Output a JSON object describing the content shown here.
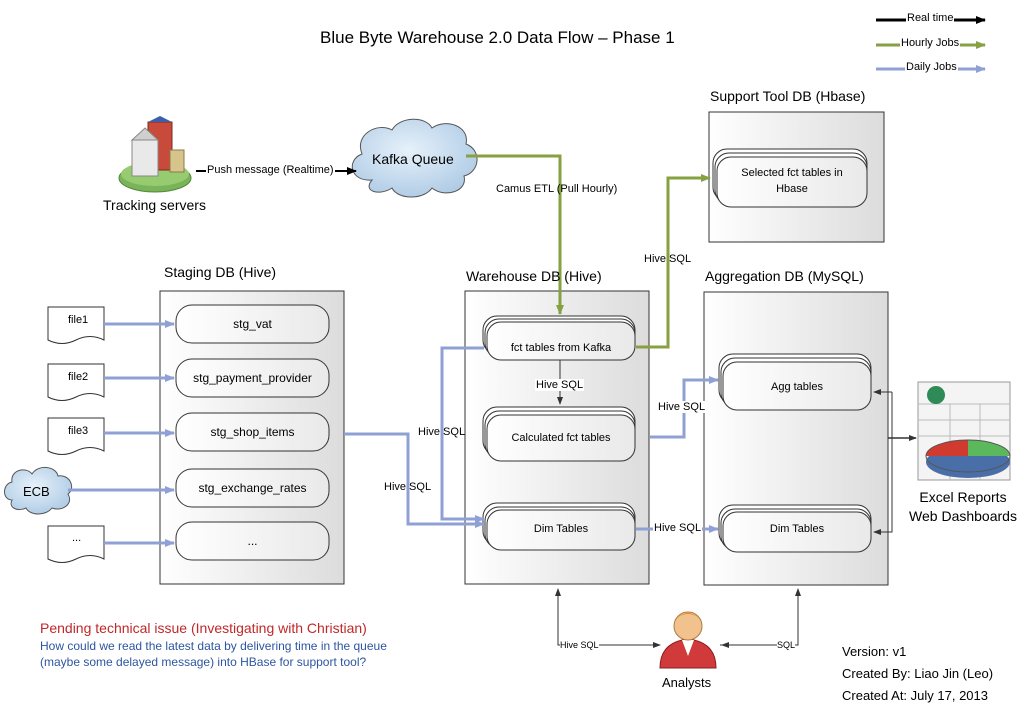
{
  "title": "Blue Byte Warehouse 2.0 Data Flow – Phase 1",
  "legend": [
    {
      "label": "Real time",
      "color": "#000000"
    },
    {
      "label": "Hourly Jobs",
      "color": "#86a042"
    },
    {
      "label": "Daily Jobs",
      "color": "#8fa0d4"
    }
  ],
  "sources": {
    "tracking_servers": "Tracking servers",
    "push_message": "Push message (Realtime)",
    "kafka_queue": "Kafka Queue",
    "camus_etl": "Camus ETL (Pull Hourly)",
    "files": [
      "file1",
      "file2",
      "file3",
      "..."
    ],
    "ecb": "ECB"
  },
  "staging": {
    "title": "Staging DB (Hive)",
    "tables": [
      "stg_vat",
      "stg_payment_provider",
      "stg_shop_items",
      "stg_exchange_rates",
      "..."
    ]
  },
  "warehouse": {
    "title": "Warehouse DB (Hive)",
    "fct_kafka": "fct tables from Kafka",
    "calculated": "Calculated fct tables",
    "dim": "Dim Tables"
  },
  "support": {
    "title": "Support Tool DB (Hbase)",
    "tables": "Selected fct tables in Hbase"
  },
  "aggregation": {
    "title": "Aggregation DB (MySQL)",
    "agg": "Agg tables",
    "dim": "Dim Tables"
  },
  "edge_labels": {
    "hive_sql": "Hive SQL",
    "sql": "SQL"
  },
  "reports": {
    "line1": "Excel Reports",
    "line2": "Web Dashboards"
  },
  "analysts": "Analysts",
  "pending": {
    "title": "Pending technical issue (Investigating with Christian)",
    "body": "How could we read the latest data by delivering time in the queue (maybe some delayed message) into HBase for support tool?"
  },
  "meta": {
    "version": "Version: v1",
    "created_by": "Created By: Liao Jin (Leo)",
    "created_at": "Created At: July 17, 2013"
  }
}
